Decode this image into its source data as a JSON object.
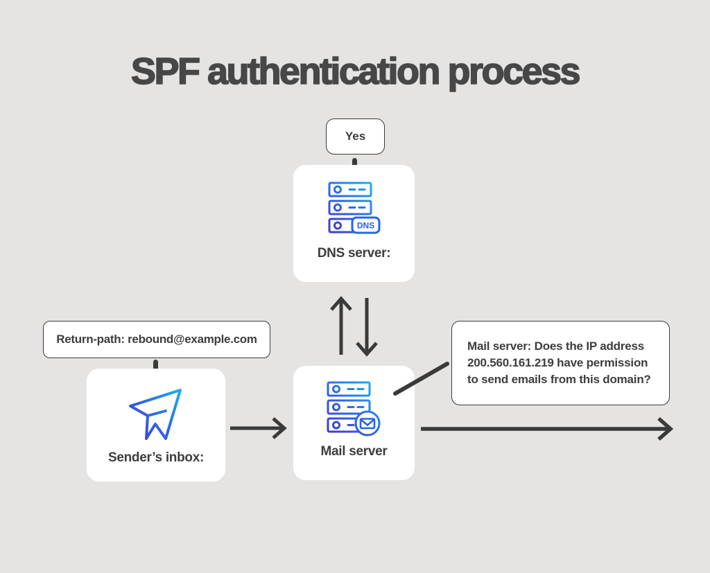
{
  "title": "SPF authentication process",
  "colors": {
    "background": "#e5e4e2",
    "line": "#3a3a3a",
    "text": "#3d3d3d",
    "icon_gradient_start": "#4430c8",
    "icon_gradient_mid": "#2f6ae5",
    "icon_gradient_end": "#18bdf2",
    "badge_blue": "#2563eb",
    "box_fill": "#ffffff"
  },
  "nodes": {
    "yes_label": "Yes",
    "dns_server": {
      "label": "DNS server:",
      "icon": "dns-server-icon",
      "badge": "DNS"
    },
    "mail_server": {
      "label": "Mail server",
      "icon": "mail-server-icon"
    },
    "sender_inbox": {
      "label": "Sender’s inbox:",
      "icon": "paper-plane-icon"
    },
    "return_path_label": "Return-path: rebound@example.com",
    "mail_server_question": "Mail server: Does the IP address 200.560.161.219 have permission to send emails from this domain?"
  },
  "edges": [
    {
      "from": "yes-label",
      "to": "dns-server",
      "type": "plain-connector"
    },
    {
      "from": "mail-server",
      "to": "dns-server",
      "type": "arrow-up"
    },
    {
      "from": "dns-server",
      "to": "mail-server",
      "type": "arrow-down"
    },
    {
      "from": "return-path-label",
      "to": "sender-inbox",
      "type": "plain-connector"
    },
    {
      "from": "sender-inbox",
      "to": "mail-server",
      "type": "arrow-right"
    },
    {
      "from": "mail-server",
      "to": "mail-server-question",
      "type": "plain-diagonal"
    },
    {
      "from": "mail-server",
      "to": "right-edge",
      "type": "arrow-right-long"
    }
  ]
}
